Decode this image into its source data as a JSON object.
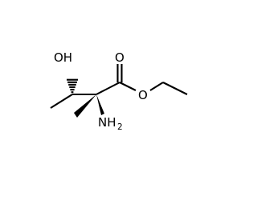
{
  "molecule": {
    "atoms": {
      "hydroxyl": "OH",
      "carbonyl_oxygen": "O",
      "ester_oxygen": "O",
      "amino_main": "NH",
      "amino_sub": "2"
    }
  }
}
